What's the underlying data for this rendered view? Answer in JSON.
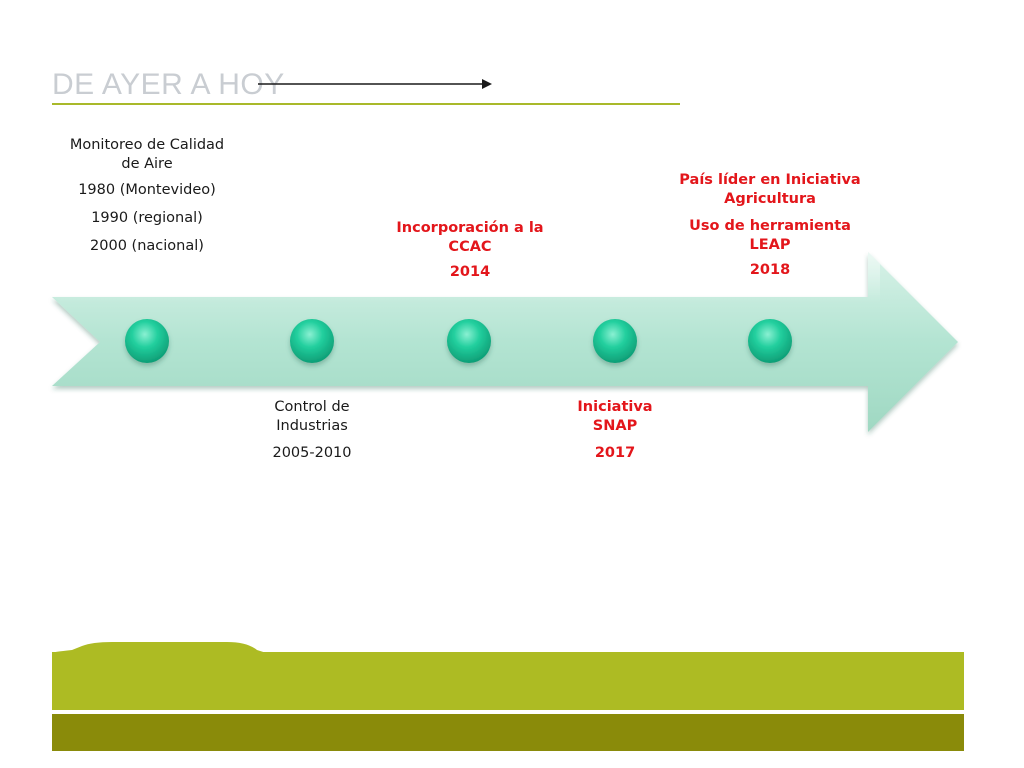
{
  "slide": {
    "title": "DE AYER A HOY"
  },
  "colors": {
    "accent_green": "#adbb23",
    "dark_olive": "#8a8b0a",
    "arrow_fill": "#b3e4d2",
    "node": "#1fc99a",
    "red_text": "#e3161b"
  },
  "timeline": {
    "above": [
      {
        "lines": [
          "Monitoreo de Calidad",
          "de Aire"
        ],
        "dates": [
          "1980 (Montevideo)",
          "1990 (regional)",
          "2000 (nacional)"
        ],
        "style": "black"
      },
      {
        "lines": [
          "Incorporación a la",
          "CCAC"
        ],
        "dates": [
          "2014"
        ],
        "style": "red"
      },
      {
        "lines": [
          "País líder en Iniciativa",
          "Agricultura"
        ],
        "lines2": [
          "Uso de herramienta",
          "LEAP"
        ],
        "dates": [
          "2018"
        ],
        "style": "red"
      }
    ],
    "below": [
      {
        "lines": [
          "Control de",
          "Industrias"
        ],
        "dates": [
          "2005-2010"
        ],
        "style": "black"
      },
      {
        "lines": [
          "Iniciativa",
          "SNAP"
        ],
        "dates": [
          "2017"
        ],
        "style": "red"
      }
    ]
  }
}
